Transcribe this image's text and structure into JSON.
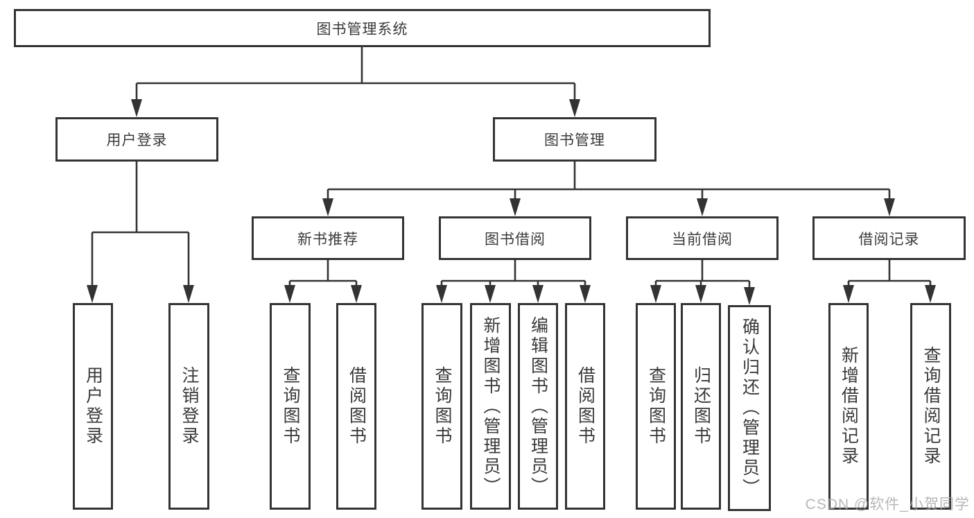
{
  "tree": {
    "label": "图书管理系统",
    "children": [
      {
        "label": "用户登录",
        "children": [
          {
            "label": "用户登录"
          },
          {
            "label": "注销登录"
          }
        ]
      },
      {
        "label": "图书管理",
        "children": [
          {
            "label": "新书推荐",
            "children": [
              {
                "label": "查询图书"
              },
              {
                "label": "借阅图书"
              }
            ]
          },
          {
            "label": "图书借阅",
            "children": [
              {
                "label": "查询图书"
              },
              {
                "label": "新增图书（管理员）"
              },
              {
                "label": "编辑图书（管理员）"
              },
              {
                "label": "借阅图书"
              }
            ]
          },
          {
            "label": "当前借阅",
            "children": [
              {
                "label": "查询图书"
              },
              {
                "label": "归还图书"
              },
              {
                "label": "确认归还（管理员）"
              }
            ]
          },
          {
            "label": "借阅记录",
            "children": [
              {
                "label": "新增借阅记录"
              },
              {
                "label": "查询借阅记录"
              }
            ]
          }
        ]
      }
    ]
  },
  "watermark": {
    "text": "CSDN @软件_小贺同学"
  },
  "colors": {
    "line": "#333333",
    "box_border": "#333333",
    "text": "#3a3a3a",
    "watermark": "#aaaaaa",
    "background": "#ffffff"
  }
}
